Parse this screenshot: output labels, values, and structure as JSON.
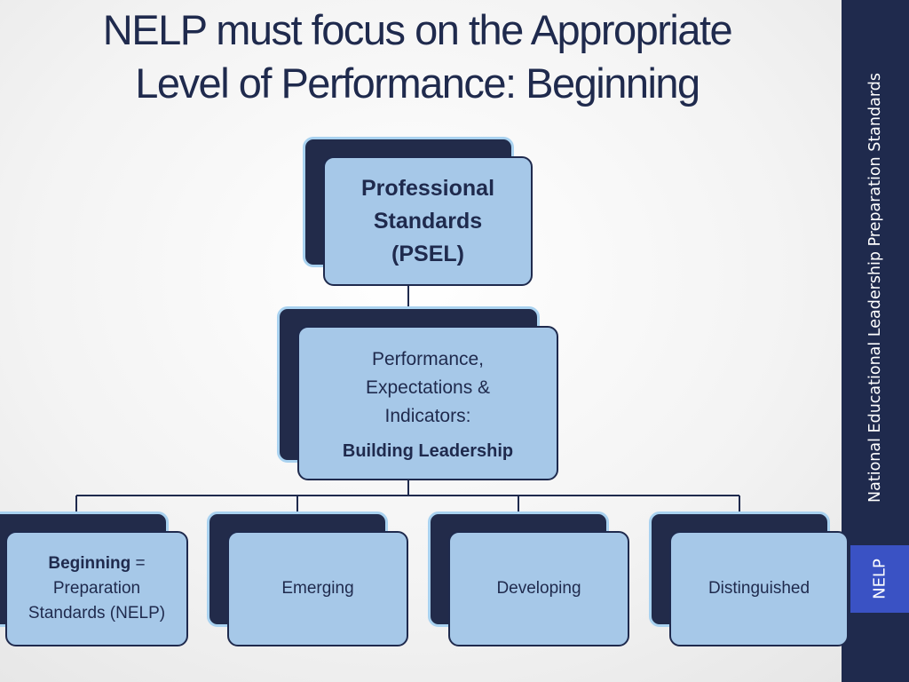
{
  "slide": {
    "title_line1": "NELP must focus on the Appropriate",
    "title_line2": "Level of Performance: Beginning"
  },
  "sidebar": {
    "text": "National Educational Leadership Preparation Standards",
    "tab_label": "NELP",
    "color": "#1f2a4d",
    "tab_color": "#3a52c4"
  },
  "hierarchy": {
    "top": {
      "label": "Professional Standards (PSEL)"
    },
    "middle": {
      "label": "Performance, Expectations & Indicators:",
      "bold_label": "Building Leadership"
    },
    "levels": [
      {
        "bold": "Beginning",
        "rest": " = Preparation Standards (NELP)"
      },
      {
        "label": "Emerging"
      },
      {
        "label": "Developing"
      },
      {
        "label": "Distinguished"
      }
    ]
  },
  "colors": {
    "box_fill": "#a6c8e8",
    "box_back": "#222b4a",
    "back_border": "#a9d2f0",
    "text": "#1f2a4d"
  }
}
